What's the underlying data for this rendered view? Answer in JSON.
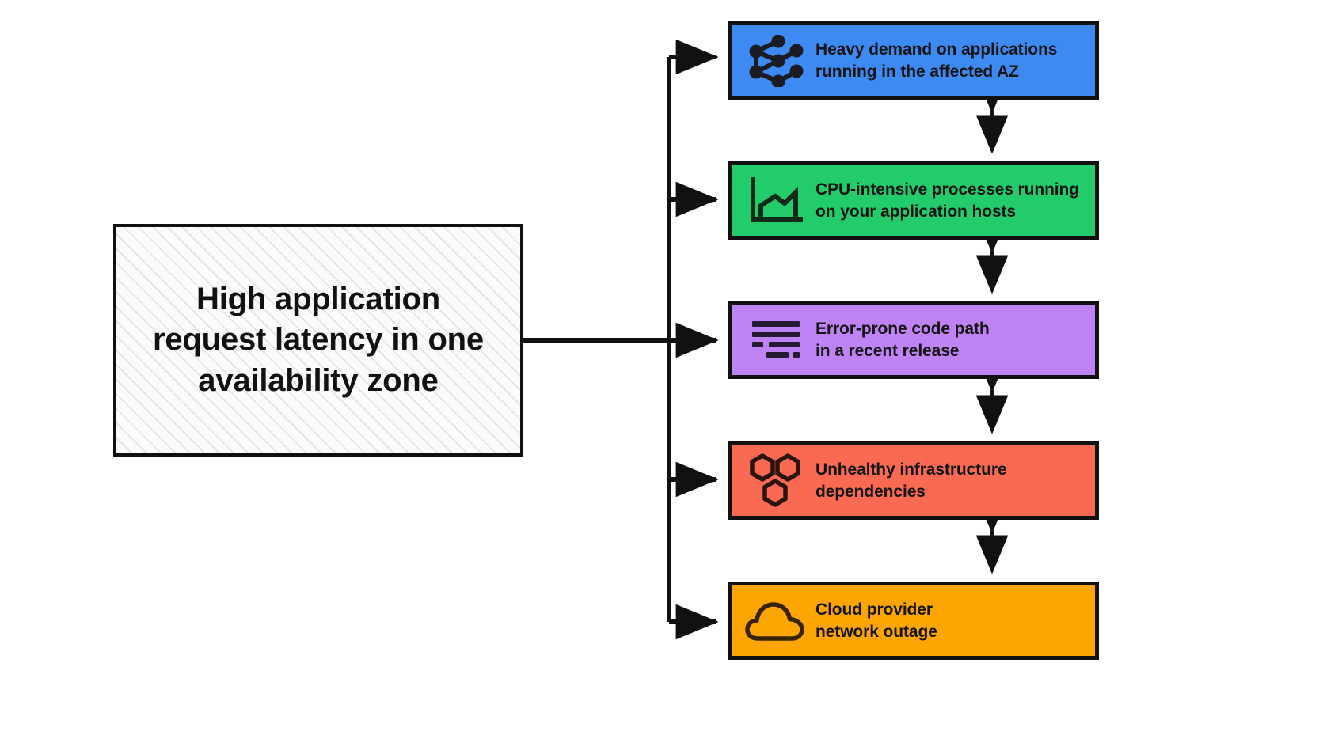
{
  "diagram": {
    "title_box": {
      "label": "High application\nrequest latency in one\navailability zone",
      "fill": "#fbfbfb",
      "stroke": "#111111",
      "pattern": "diagonal-hatch"
    },
    "causes": [
      {
        "id": "heavy-demand",
        "label": "Heavy demand on applications\nrunning in the affected AZ",
        "icon": "network-graph-icon",
        "color": "#3d8bf2"
      },
      {
        "id": "cpu-intensive",
        "label": "CPU-intensive processes running\non your application hosts",
        "icon": "area-chart-icon",
        "color": "#22cc6a"
      },
      {
        "id": "error-prone-code",
        "label": "Error-prone code path\nin a recent release",
        "icon": "code-lines-icon",
        "color": "#c083f5"
      },
      {
        "id": "unhealthy-infrastructure",
        "label": "Unhealthy infrastructure\ndependencies",
        "icon": "hexagons-icon",
        "color": "#fa6a52"
      },
      {
        "id": "cloud-outage",
        "label": "Cloud provider\nnetwork outage",
        "icon": "cloud-icon",
        "color": "#fca503"
      }
    ],
    "connectors": {
      "stroke": "#111111",
      "branch_arrow": "single-head-right",
      "between_causes_arrow": "double-head-vertical",
      "count_branches": 5,
      "count_vertical_links": 4
    }
  }
}
